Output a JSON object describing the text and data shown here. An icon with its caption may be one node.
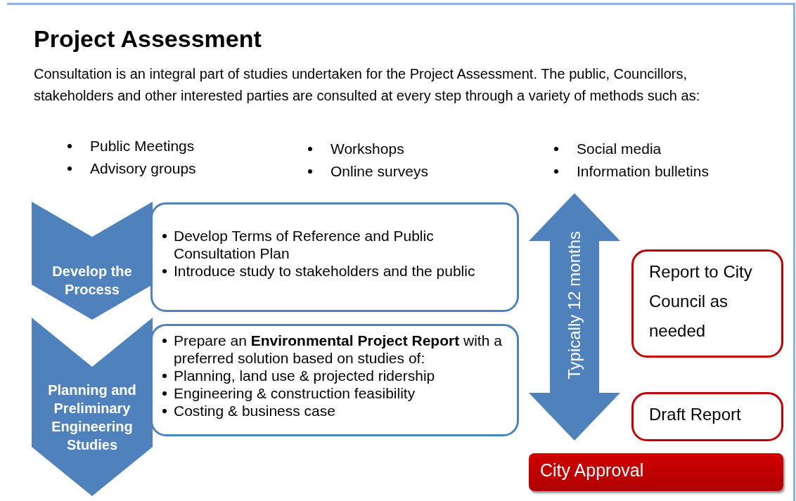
{
  "diagram": {
    "title": "Project Assessment",
    "nodes": [
      {
        "text": [
          "Develop the Process"
        ]
      },
      {
        "text": [
          "Develop Terms of Reference and Public Consultation Plan",
          "Introduce study to stakeholders and the public"
        ]
      },
      {
        "text": [
          "Planning and Preliminary Engineering Studies"
        ]
      },
      {
        "text": [
          "Prepare an **Environmental Project Report** with a preferred solution based on studies of:",
          "Planning, land use & projected ridership",
          "Engineering & construction feasibility",
          "Costing & business case"
        ]
      },
      {
        "text": [
          "Typically 12 months"
        ]
      },
      {
        "text": [
          "Report to City Council as needed"
        ]
      },
      {
        "text": [
          "Draft Report"
        ]
      },
      {
        "text": [
          "City Approval"
        ]
      }
    ],
    "labels": [
      "Consultation is an integral part of studies undertaken for the Project Assessment. The public, Councillors, stakeholders and other interested parties are consulted at every step through a variety of methods such as:",
      "Public Meetings",
      "Workshops",
      "Social media",
      "Advisory groups",
      "Online surveys",
      "Information bulletins"
    ]
  }
}
